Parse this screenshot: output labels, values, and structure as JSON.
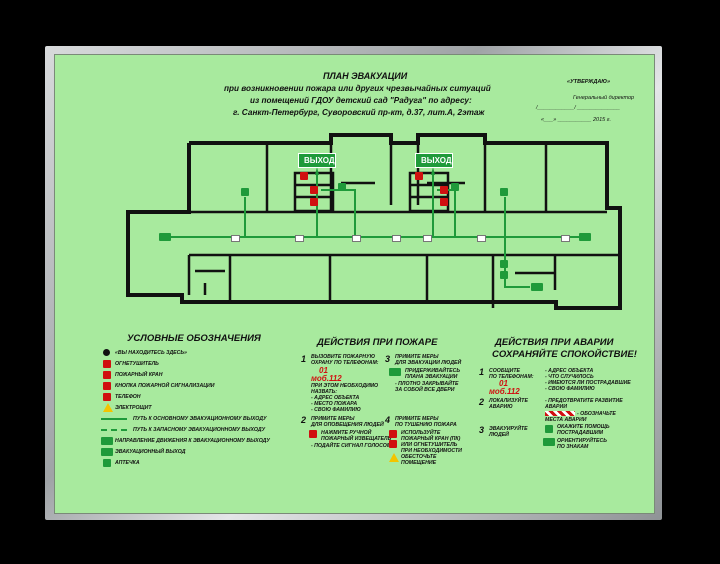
{
  "header": {
    "title": "ПЛАН ЭВАКУАЦИИ",
    "line1": "при возникновении пожара или других чрезвычайных ситуаций",
    "line2": "из помещений ГДОУ детский сад \"Радуга\" по адресу:",
    "line3": "г. Санкт-Петербург, Суворовский пр-кт, д.37, лит.А, 2этаж"
  },
  "approval": {
    "title": "«УТВЕРЖДАЮ»",
    "role": "Генеральный директор",
    "sign_line": "/____________/ ______________",
    "date_line": "«___» ___________ 2015 г."
  },
  "plan": {
    "exit_label": "ВЫХОД"
  },
  "legend": {
    "title": "УСЛОВНЫЕ ОБОЗНАЧЕНИЯ",
    "items": [
      "«ВЫ НАХОДИТЕСЬ ЗДЕСЬ»",
      "ОГНЕТУШИТЕЛЬ",
      "ПОЖАРНЫЙ КРАН",
      "КНОПКА ПОЖАРНОЙ СИГНАЛИЗАЦИИ",
      "ТЕЛЕФОН",
      "ЭЛЕКТРОЩИТ",
      "ПУТЬ К ОСНОВНОМУ ЭВАКУАЦИОННОМУ ВЫХОДУ",
      "ПУТЬ К ЗАПАСНОМУ ЭВАКУАЦИОННОМУ ВЫХОДУ",
      "НАПРАВЛЕНИЕ ДВИЖЕНИЯ К ЭВАКУАЦИОННОМУ ВЫХОДУ",
      "ЭВАКУАЦИОННЫЙ ВЫХОД",
      "АПТЕЧКА"
    ]
  },
  "fire": {
    "title": "ДЕЙСТВИЯ ПРИ ПОЖАРЕ",
    "s1_num": "1",
    "s1_a": "ВЫЗОВИТЕ ПОЖАРНУЮ",
    "s1_b": "ОХРАНУ ПО ТЕЛЕФОНАМ:",
    "s1_p1": "01",
    "s1_p2": "моб.112",
    "s1_c": "ПРИ ЭТОМ НЕОБХОДИМО",
    "s1_d": "НАЗВАТЬ:",
    "s1_e": "- АДРЕС ОБЪЕКТА",
    "s1_f": "- МЕСТО ПОЖАРА",
    "s1_g": "- СВОЮ ФАМИЛИЮ",
    "s2_num": "2",
    "s2_a": "ПРИМИТЕ МЕРЫ",
    "s2_b": "ДЛЯ ОПОВЕЩЕНИЯ ЛЮДЕЙ",
    "s2_c": "НАЖМИТЕ РУЧНОЙ",
    "s2_d": "ПОЖАРНЫЙ ИЗВЕЩАТЕЛЬ",
    "s2_e": "- ПОДАЙТЕ СИГНАЛ ГОЛОСОМ",
    "s3_num": "3",
    "s3_a": "ПРИМИТЕ МЕРЫ",
    "s3_b": "ДЛЯ ЭВАКУАЦИИ ЛЮДЕЙ",
    "s3_c": "ПРИДЕРЖИВАЙТЕСЬ",
    "s3_d": "ПЛАНА ЭВАКУАЦИИ",
    "s3_e": "- ПЛОТНО ЗАКРЫВАЙТЕ",
    "s3_f": "ЗА СОБОЙ ВСЕ ДВЕРИ",
    "s4_num": "4",
    "s4_a": "ПРИМИТЕ МЕРЫ",
    "s4_b": "ПО ТУШЕНИЮ ПОЖАРА",
    "s4_c": "ИСПОЛЬЗУЙТЕ",
    "s4_d": "ПОЖАРНЫЙ КРАН (ПК)",
    "s4_e": "ИЛИ ОГНЕТУШИТЕЛЬ",
    "s4_f": "ПРИ НЕОБХОДИМОСТИ",
    "s4_g": "ОБЕСТОЧЬТЕ",
    "s4_h": "ПОМЕЩЕНИЕ"
  },
  "accident": {
    "title1": "ДЕЙСТВИЯ ПРИ АВАРИИ",
    "title2": "СОХРАНЯЙТЕ СПОКОЙСТВИЕ!",
    "s1_num": "1",
    "s1_a": "СООБЩИТЕ",
    "s1_b": "ПО ТЕЛЕФОНАМ:",
    "s1_p1": "01",
    "s1_p2": "моб.112",
    "s1_c": "- АДРЕС ОБЪЕКТА",
    "s1_d": "- ЧТО СЛУЧИЛОСЬ",
    "s1_e": "- ИМЕЮТСЯ ЛИ ПОСТРАДАВШИЕ",
    "s1_f": "- СВОЮ ФАМИЛИЮ",
    "s2_num": "2",
    "s2_a": "ЛОКАЛИЗУЙТЕ",
    "s2_b": "АВАРИЮ",
    "s2_c": "- ПРЕДОТВРАТИТЕ РАЗВИТИЕ",
    "s2_d": "АВАРИИ",
    "s2_e": "- ОБОЗНАЧЬТЕ",
    "s2_f": "МЕСТА АВАРИИ",
    "s3_num": "3",
    "s3_a": "ЭВАКУИРУЙТЕ",
    "s3_b": "ЛЮДЕЙ",
    "s3_c": "ОКАЖИТЕ ПОМОЩЬ",
    "s3_d": "ПОСТРАДАВШИМ",
    "s3_e": "ОРИЕНТИРУЙТЕСЬ",
    "s3_f": "ПО ЗНАКАМ"
  },
  "colors": {
    "panel": "#a8ea9e",
    "wall": "#111111",
    "route": "#1f9a3a",
    "sign_green": "#1f9a3a",
    "sign_red": "#d01010",
    "warning": "#f3c400"
  }
}
